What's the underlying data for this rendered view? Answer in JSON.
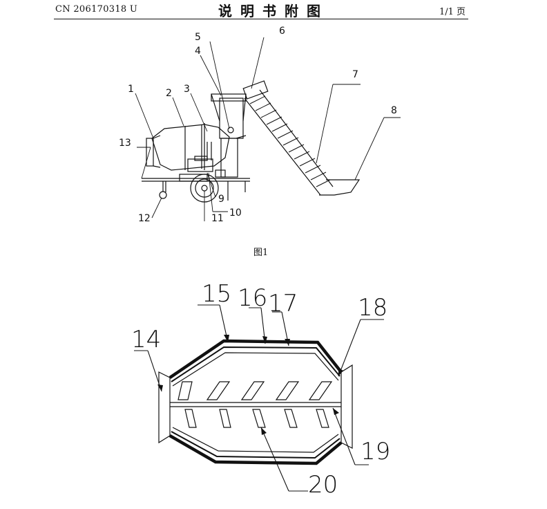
{
  "header": {
    "patent_number": "CN 206170318 U",
    "section_title": "说明书附图",
    "page_indicator": "1/1 页"
  },
  "figure1": {
    "caption": "图1",
    "labels": [
      "1",
      "2",
      "3",
      "4",
      "5",
      "6",
      "7",
      "8",
      "9",
      "10",
      "11",
      "12",
      "13"
    ]
  },
  "figure2": {
    "labels": [
      "14",
      "15",
      "16",
      "17",
      "18",
      "19",
      "20"
    ]
  }
}
